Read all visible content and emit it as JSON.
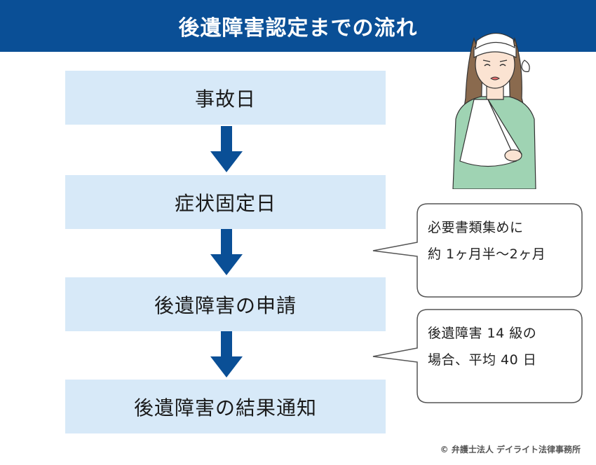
{
  "header": {
    "title": "後遺障害認定までの流れ"
  },
  "steps": [
    {
      "label": "事故日"
    },
    {
      "label": "症状固定日"
    },
    {
      "label": "後遺障害の申請"
    },
    {
      "label": "後遺障害の結果通知"
    }
  ],
  "callouts": [
    {
      "line1": "必要書類集めに",
      "line2": "約 1ヶ月半〜2ヶ月"
    },
    {
      "line1": "後遺障害 14 級の",
      "line2": "場合、平均 40 日"
    }
  ],
  "credit": "© 弁護士法人 デイライト法律事務所",
  "colors": {
    "header": "#0a4f96",
    "step_fill": "#d7e9f8",
    "arrow": "#0a4f96",
    "callout_border": "#555555"
  },
  "icons": [
    "injured-woman-illustration"
  ]
}
